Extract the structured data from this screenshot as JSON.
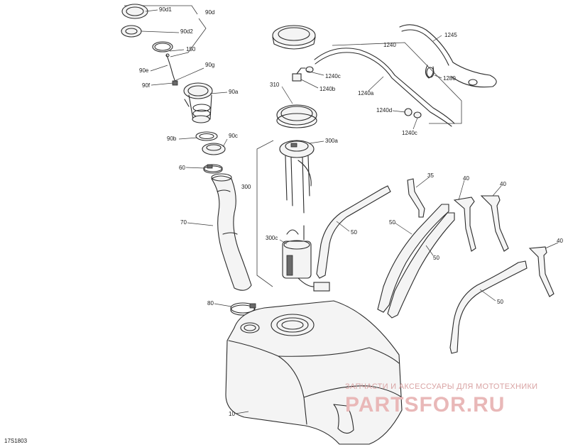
{
  "diagram_ref": "17S1803",
  "callouts": {
    "c90d1": "90d1",
    "c90d": "90d",
    "c90d2": "90d2",
    "c150": "150",
    "c90g": "90g",
    "c90e": "90e",
    "c90f": "90f",
    "c90a": "90a",
    "c90b": "90b",
    "c90c": "90c",
    "c60": "60",
    "c70": "70",
    "c80": "80",
    "c10": "10",
    "c310": "310",
    "c300a": "300a",
    "c300": "300",
    "c300c": "300c",
    "c1240c_a": "1240c",
    "c1240b": "1240b",
    "c1240": "1240",
    "c1240a": "1240a",
    "c1240d": "1240d",
    "c1240c_b": "1240c",
    "c1245": "1245",
    "c1280": "1280",
    "c35": "35",
    "c40_a": "40",
    "c40_b": "40",
    "c40_c": "40",
    "c50_a": "50",
    "c50_b": "50",
    "c50_c": "50",
    "c50_d": "50"
  },
  "watermark": {
    "line": "ЗАПЧАСТИ И АКСЕССУАРЫ ДЛЯ МОТОТЕХНИКИ",
    "logo": "PARTSFOR.RU"
  },
  "colors": {
    "line": "#2a2a2a",
    "watermark": "#d9a3a3"
  }
}
